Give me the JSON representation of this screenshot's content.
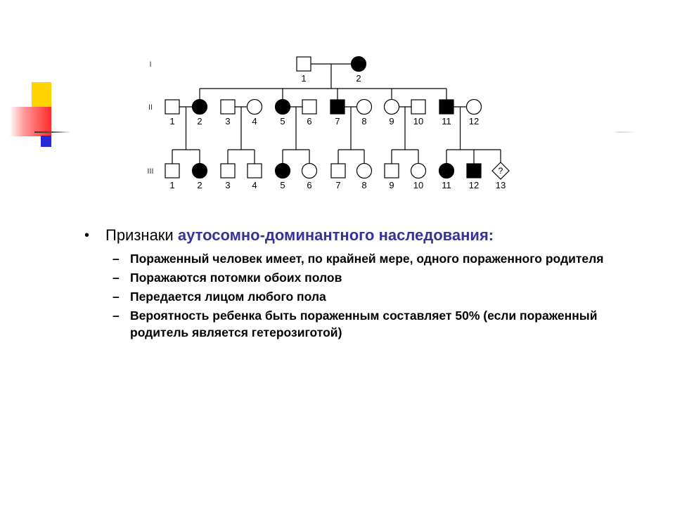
{
  "colors": {
    "accent": "#333399",
    "deco_yellow": "#ffd300",
    "deco_red": "#ff2a2a",
    "deco_blue": "#2727d6"
  },
  "pedigree": {
    "generations": [
      "I",
      "II",
      "III"
    ],
    "gen1": [
      {
        "label": "1",
        "sex": "male",
        "affected": false
      },
      {
        "label": "2",
        "sex": "female",
        "affected": true
      }
    ],
    "gen2": [
      {
        "label": "1",
        "sex": "male",
        "affected": false
      },
      {
        "label": "2",
        "sex": "female",
        "affected": true
      },
      {
        "label": "3",
        "sex": "male",
        "affected": false
      },
      {
        "label": "4",
        "sex": "female",
        "affected": false
      },
      {
        "label": "5",
        "sex": "female",
        "affected": true
      },
      {
        "label": "6",
        "sex": "male",
        "affected": false
      },
      {
        "label": "7",
        "sex": "male",
        "affected": true
      },
      {
        "label": "8",
        "sex": "female",
        "affected": false
      },
      {
        "label": "9",
        "sex": "female",
        "affected": false
      },
      {
        "label": "10",
        "sex": "male",
        "affected": false
      },
      {
        "label": "11",
        "sex": "male",
        "affected": true
      },
      {
        "label": "12",
        "sex": "female",
        "affected": false
      }
    ],
    "gen3": [
      {
        "label": "1",
        "sex": "male",
        "affected": false
      },
      {
        "label": "2",
        "sex": "female",
        "affected": true
      },
      {
        "label": "3",
        "sex": "male",
        "affected": false
      },
      {
        "label": "4",
        "sex": "male",
        "affected": false
      },
      {
        "label": "5",
        "sex": "female",
        "affected": true
      },
      {
        "label": "6",
        "sex": "female",
        "affected": false
      },
      {
        "label": "7",
        "sex": "male",
        "affected": false
      },
      {
        "label": "8",
        "sex": "female",
        "affected": false
      },
      {
        "label": "9",
        "sex": "male",
        "affected": false
      },
      {
        "label": "10",
        "sex": "female",
        "affected": false
      },
      {
        "label": "11",
        "sex": "female",
        "affected": true
      },
      {
        "label": "12",
        "sex": "male",
        "affected": true
      },
      {
        "label": "13",
        "sex": "unknown",
        "affected": false,
        "mark": "?"
      }
    ]
  },
  "main": {
    "heading_prefix": "Признаки ",
    "heading_accent": "аутосомно-доминантного наследования:",
    "items": [
      "Пораженный человек имеет, по крайней мере, одного пораженного родителя",
      "Поражаются потомки обоих полов",
      "Передается лицом любого пола",
      "Вероятность ребенка быть пораженным составляет 50% (если пораженный родитель является гетерозиготой)"
    ]
  }
}
